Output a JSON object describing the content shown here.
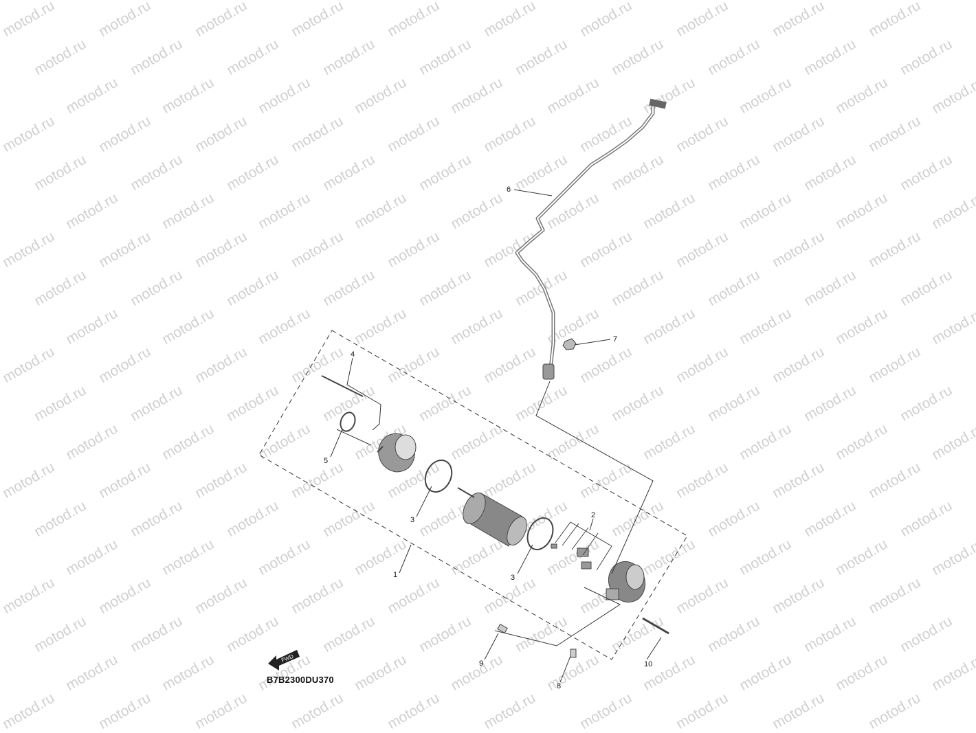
{
  "watermark": {
    "text": "motod.ru"
  },
  "diagram_code": "B7B2300DU370",
  "fwd_label": "FWD",
  "callouts": [
    {
      "id": "1",
      "label": "1"
    },
    {
      "id": "2",
      "label": "2"
    },
    {
      "id": "3a",
      "label": "3"
    },
    {
      "id": "3b",
      "label": "3"
    },
    {
      "id": "4",
      "label": "4"
    },
    {
      "id": "5",
      "label": "5"
    },
    {
      "id": "6",
      "label": "6"
    },
    {
      "id": "7",
      "label": "7"
    },
    {
      "id": "8",
      "label": "8"
    },
    {
      "id": "9",
      "label": "9"
    },
    {
      "id": "10",
      "label": "10"
    }
  ],
  "colors": {
    "line": "#333333",
    "watermark": "#d0d0d0",
    "part_fill": "#9a9a9a"
  }
}
